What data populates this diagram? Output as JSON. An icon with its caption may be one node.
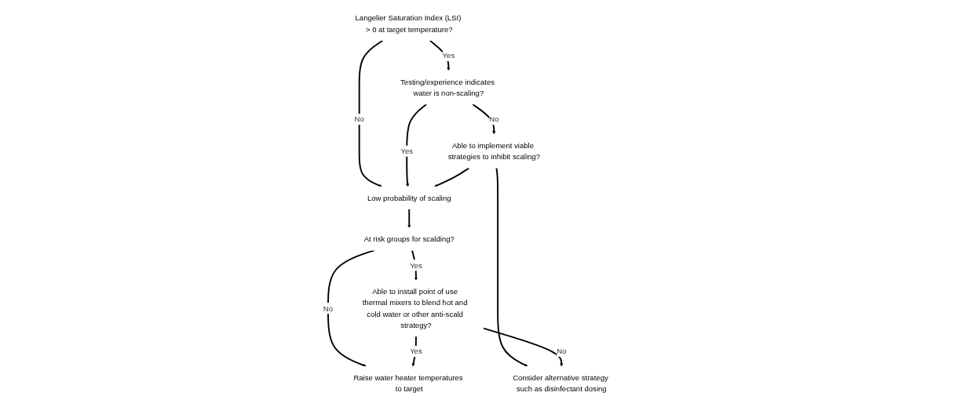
{
  "diagram": {
    "nodes": [
      {
        "text": [
          "Langelier Saturation Index (LSI) > 0 at target temperature?"
        ]
      },
      {
        "text": [
          "Testing/experience indicates water is non-scaling?"
        ]
      },
      {
        "text": [
          "Able to implement viable strategies to inhibit scaling?"
        ]
      },
      {
        "text": [
          "Low probability of scaling"
        ]
      },
      {
        "text": [
          "At risk groups for scalding?"
        ]
      },
      {
        "text": [
          "Able to install point of use thermal mixers to blend hot and cold water or other anti-scald strategy?"
        ]
      },
      {
        "text": [
          "Raise water heater temperatures to target"
        ]
      },
      {
        "text": [
          "Consider alternative strategy such as disinfectant dosing"
        ]
      }
    ],
    "edges": [
      {
        "from": 0,
        "to": 1,
        "arrow": "to",
        "label": "Yes"
      },
      {
        "from": 1,
        "to": 2,
        "arrow": "to",
        "label": "No"
      },
      {
        "from": 0,
        "to": 3,
        "arrow": "to",
        "label": "No"
      },
      {
        "from": 1,
        "to": 3,
        "arrow": "to",
        "label": "Yes"
      },
      {
        "from": 2,
        "to": 3,
        "arrow": "to"
      },
      {
        "from": 3,
        "to": 4,
        "arrow": "to"
      },
      {
        "from": 4,
        "to": 5,
        "arrow": "to",
        "label": "Yes"
      },
      {
        "from": 4,
        "to": 6,
        "arrow": "to",
        "label": "No"
      },
      {
        "from": 5,
        "to": 6,
        "arrow": "to",
        "label": "Yes"
      },
      {
        "from": 2,
        "to": 7,
        "arrow": "to"
      },
      {
        "from": 5,
        "to": 7,
        "arrow": "to",
        "label": "No"
      }
    ]
  }
}
